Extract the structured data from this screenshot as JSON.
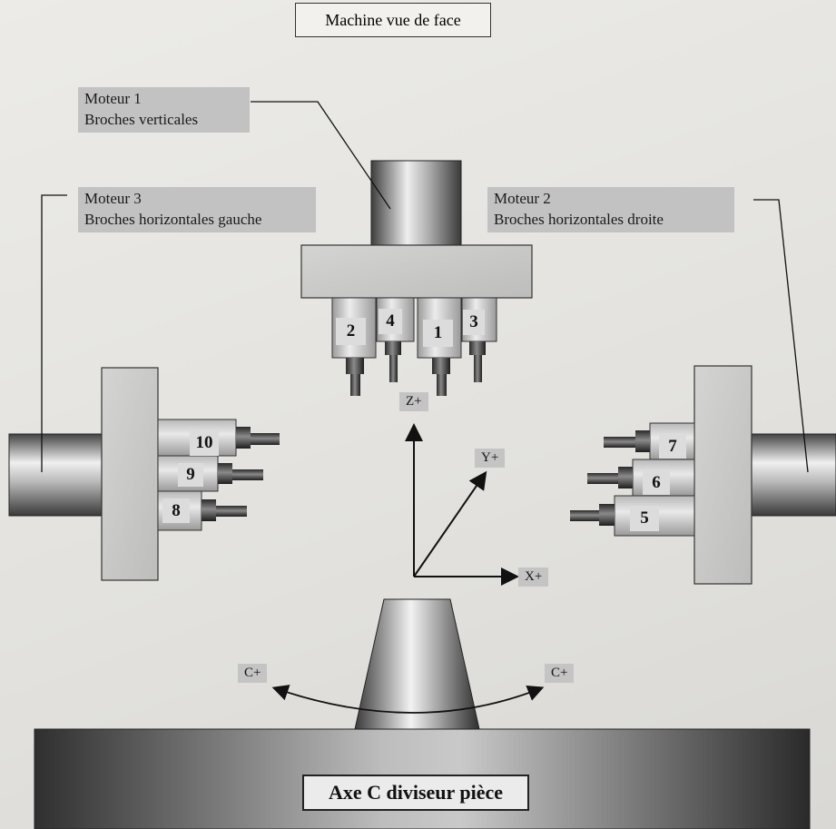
{
  "title": "Machine vue de face",
  "motors": {
    "m1": {
      "name": "Moteur 1",
      "desc": "Broches verticales"
    },
    "m2": {
      "name": "Moteur 2",
      "desc": "Broches horizontales droite"
    },
    "m3": {
      "name": "Moteur 3",
      "desc": "Broches horizontales gauche"
    }
  },
  "spindles": {
    "s1": "1",
    "s2": "2",
    "s3": "3",
    "s4": "4",
    "s5": "5",
    "s6": "6",
    "s7": "7",
    "s8": "8",
    "s9": "9",
    "s10": "10"
  },
  "axes": {
    "z": "Z+",
    "y": "Y+",
    "x": "X+",
    "c_left": "C+",
    "c_right": "C+"
  },
  "base_label": "Axe C diviseur pièce"
}
